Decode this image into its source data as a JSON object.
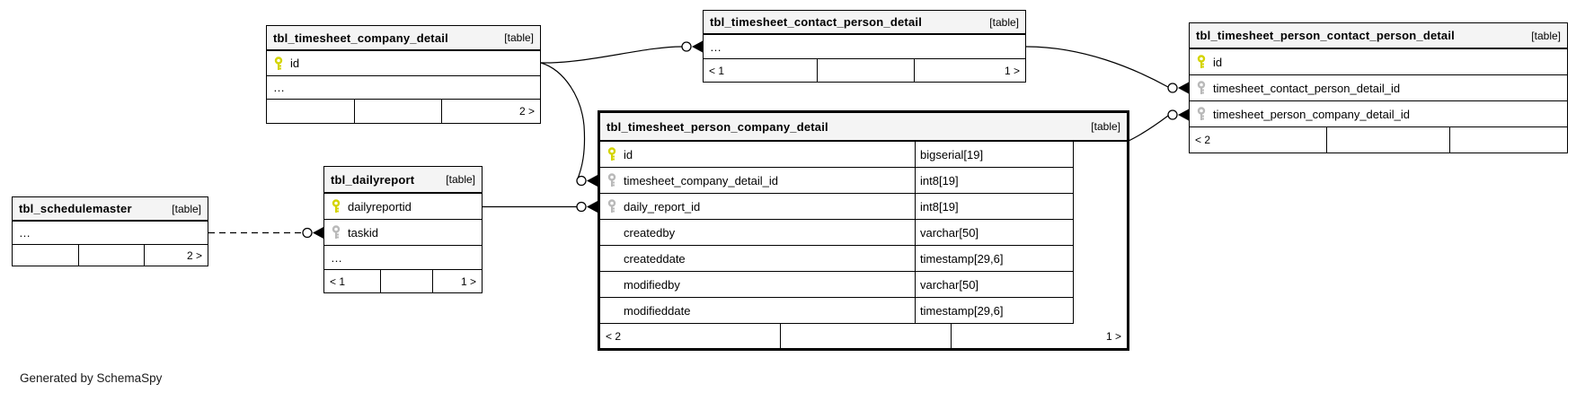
{
  "credit": "Generated by SchemaSpy",
  "colors": {
    "pk_key": "#d4d400",
    "fk_key": "#b9b9b9",
    "header_bg": "#f4f4f4",
    "line": "#000000",
    "text": "#000000",
    "canvas": "#ffffff"
  },
  "tables": [
    {
      "title": "tbl_schedulemaster",
      "tag": "[table]",
      "rows": [
        {
          "key": "",
          "name": "…"
        }
      ],
      "footer": [
        "",
        "",
        "2 >"
      ]
    },
    {
      "title": "tbl_dailyreport",
      "tag": "[table]",
      "rows": [
        {
          "key": "pk",
          "name": "dailyreportid"
        },
        {
          "key": "fk",
          "name": "taskid"
        },
        {
          "key": "",
          "name": "…"
        }
      ],
      "footer": [
        "< 1",
        "",
        "1 >"
      ]
    },
    {
      "title": "tbl_timesheet_company_detail",
      "tag": "[table]",
      "rows": [
        {
          "key": "pk",
          "name": "id"
        },
        {
          "key": "",
          "name": "…"
        }
      ],
      "footer": [
        "",
        "",
        "2 >"
      ]
    },
    {
      "title": "tbl_timesheet_contact_person_detail",
      "tag": "[table]",
      "rows": [
        {
          "key": "",
          "name": "…"
        }
      ],
      "footer": [
        "< 1",
        "",
        "1 >"
      ]
    },
    {
      "title": "tbl_timesheet_person_company_detail",
      "tag": "[table]",
      "rows": [
        {
          "key": "pk",
          "name": "id",
          "type": "bigserial[19]"
        },
        {
          "key": "fk",
          "name": "timesheet_company_detail_id",
          "type": "int8[19]"
        },
        {
          "key": "fk",
          "name": "daily_report_id",
          "type": "int8[19]"
        },
        {
          "key": "",
          "name": "createdby",
          "type": "varchar[50]"
        },
        {
          "key": "",
          "name": "createddate",
          "type": "timestamp[29,6]"
        },
        {
          "key": "",
          "name": "modifiedby",
          "type": "varchar[50]"
        },
        {
          "key": "",
          "name": "modifieddate",
          "type": "timestamp[29,6]"
        }
      ],
      "footer": [
        "< 2",
        "",
        "1 >"
      ]
    },
    {
      "title": "tbl_timesheet_person_contact_person_detail",
      "tag": "[table]",
      "rows": [
        {
          "key": "pk",
          "name": "id"
        },
        {
          "key": "fk",
          "name": "timesheet_contact_person_detail_id"
        },
        {
          "key": "fk",
          "name": "timesheet_person_company_detail_id"
        }
      ],
      "footer": [
        "< 2",
        "",
        ""
      ]
    }
  ]
}
